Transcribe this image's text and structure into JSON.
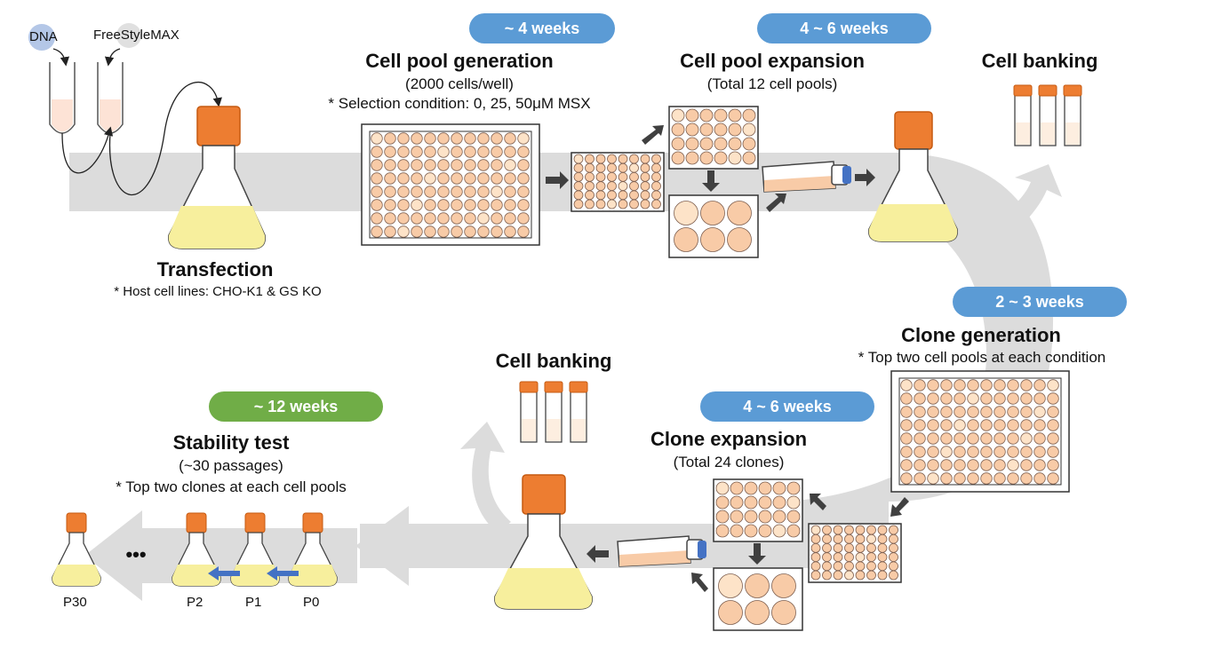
{
  "colors": {
    "band": "#d9d9d9",
    "cap": "#ed7d31",
    "medium": "#f7ef9d",
    "well": "#f8cba7",
    "well_light": "#fde3c8",
    "badge_blue": "#5b9bd5",
    "badge_green": "#70ad47",
    "arrow": "#404040",
    "passage_arrow": "#4472c4"
  },
  "top": {
    "dna_label": "DNA",
    "reagent_label": "FreeStyleMAX",
    "transfection_title": "Transfection",
    "transfection_note": "* Host cell lines: CHO-K1 & GS KO",
    "pool_gen_title": "Cell pool generation",
    "pool_gen_sub": "(2000 cells/well)",
    "pool_gen_note": "* Selection condition: 0, 25, 50μM MSX",
    "pool_gen_time": "~ 4 weeks",
    "pool_exp_title": "Cell pool expansion",
    "pool_exp_sub": "(Total 12 cell pools)",
    "pool_exp_time": "4 ~ 6 weeks",
    "banking_title": "Cell banking"
  },
  "bottom": {
    "clone_gen_time": "2 ~ 3 weeks",
    "clone_gen_title": "Clone generation",
    "clone_gen_note": "* Top two cell pools at each condition",
    "clone_exp_time": "4 ~ 6 weeks",
    "clone_exp_title": "Clone expansion",
    "clone_exp_sub": "(Total 24 clones)",
    "banking_title": "Cell banking",
    "stability_time": "~ 12 weeks",
    "stability_title": "Stability test",
    "stability_sub": "(~30 passages)",
    "stability_note": "* Top two clones at each cell pools",
    "ellipsis": "•••",
    "passages": [
      "P30",
      "P2",
      "P1",
      "P0"
    ]
  }
}
